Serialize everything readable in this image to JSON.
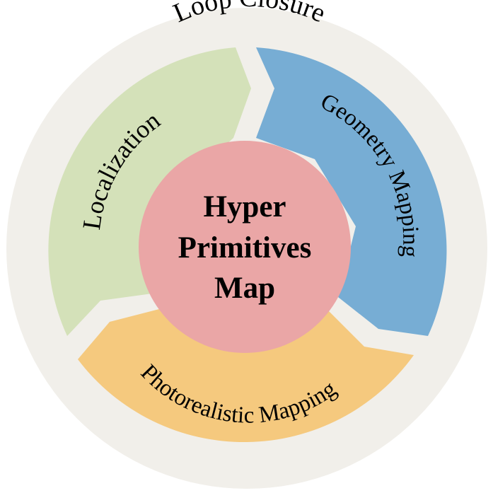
{
  "diagram": {
    "outer_ring": {
      "label": "Loop Closure",
      "color": "#f1efea"
    },
    "segments": [
      {
        "id": "localization",
        "label": "Localization",
        "color": "#d4e1b9"
      },
      {
        "id": "geometry",
        "label": "Geometry Mapping",
        "color": "#77add4"
      },
      {
        "id": "photorealistic",
        "label": "Photorealistic Mapping",
        "color": "#f5c97e"
      }
    ],
    "center": {
      "lines": [
        "Hyper",
        "Primitives",
        "Map"
      ],
      "color": "#eaa6a6"
    }
  }
}
